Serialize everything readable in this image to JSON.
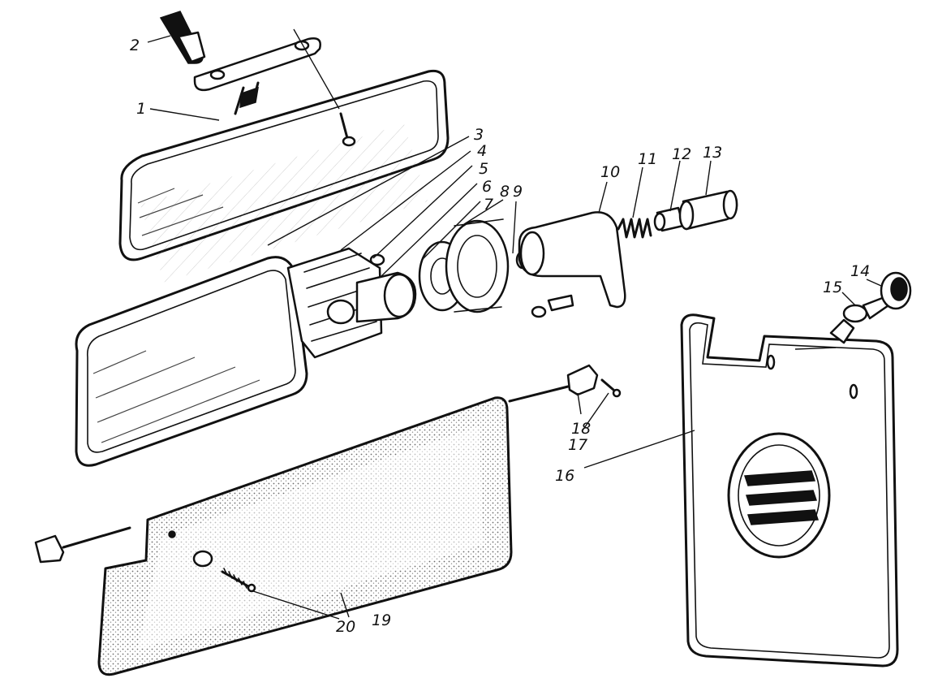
{
  "callouts": {
    "c1": "1",
    "c2": "2",
    "c3": "3",
    "c4": "4",
    "c5": "5",
    "c6": "6",
    "c7": "7",
    "c8": "8",
    "c9": "9",
    "c10": "10",
    "c11": "11",
    "c12": "12",
    "c13": "13",
    "c14": "14",
    "c15": "15",
    "c16": "16",
    "c17": "17",
    "c18": "18",
    "c19": "19",
    "c20": "20"
  },
  "colors": {
    "ink": "#111111",
    "paper": "#ffffff",
    "stipple": "#6b6b6b"
  }
}
